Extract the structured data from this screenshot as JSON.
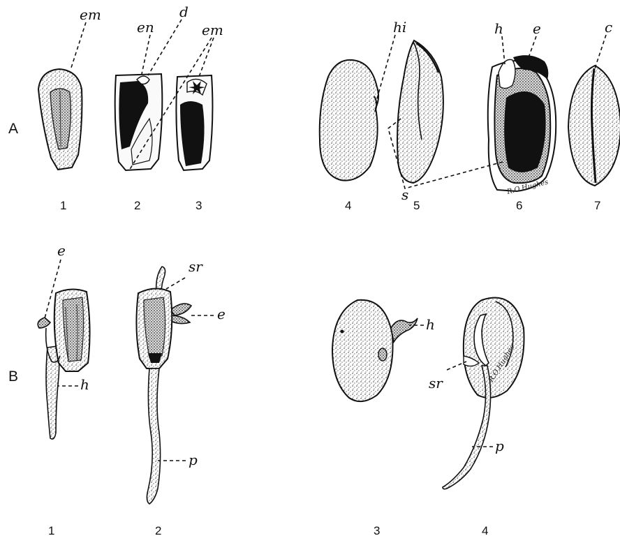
{
  "figure": {
    "row_labels": [
      "A",
      "B"
    ],
    "row_a": {
      "numbers": [
        "1",
        "2",
        "3",
        "4",
        "5",
        "6",
        "7"
      ],
      "labels": {
        "em_1": "em",
        "en": "en",
        "d": "d",
        "em_2": "em",
        "hi": "hi",
        "h": "h",
        "e": "e",
        "c": "c",
        "s": "s"
      }
    },
    "row_b": {
      "numbers": [
        "1",
        "2",
        "3",
        "4"
      ],
      "labels": {
        "e_1": "e",
        "h_1": "h",
        "sr_1": "sr",
        "e_2": "e",
        "p_1": "p",
        "h_2": "h",
        "sr_2": "sr",
        "p_2": "p"
      }
    },
    "signatures": [
      "R.O.Hughes",
      "R.O.Hughes"
    ]
  },
  "colors": {
    "ink": "#111111",
    "paper": "#ffffff"
  }
}
